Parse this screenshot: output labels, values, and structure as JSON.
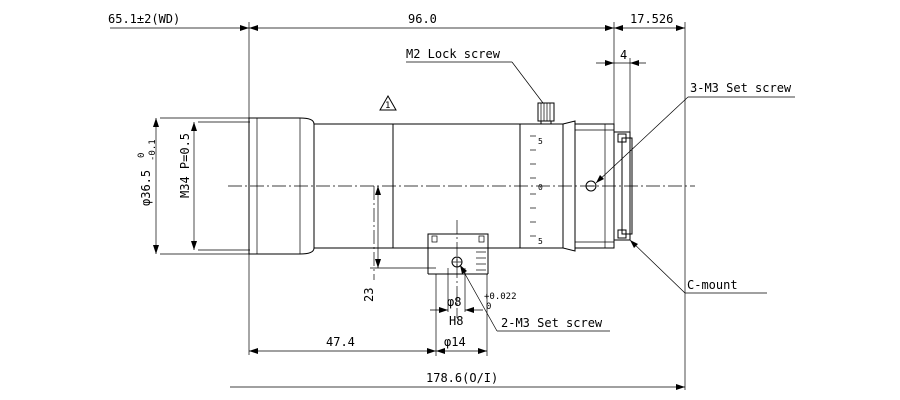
{
  "drawing": {
    "dimensions": {
      "working_distance": "65.1±2(WD)",
      "body_length": "96.0",
      "rear_length": "17.526",
      "flange_step": "4",
      "outer_diameter": "φ36.5",
      "outer_diameter_tol_upper": "0",
      "outer_diameter_tol_lower": "-0.1",
      "filter_thread": "M34 P=0.5",
      "clamp_height": "23",
      "clamp_offset": "47.4",
      "clamp_bore": "φ8",
      "clamp_bore_tol_upper": "+0.022",
      "clamp_bore_tol_lower": "0",
      "clamp_bore_fit": "H8",
      "clamp_width": "φ14",
      "overall_length": "178.6(O/I)"
    },
    "callouts": {
      "lock_screw": "M2 Lock screw",
      "set_screw_3": "3-M3 Set screw",
      "set_screw_2": "2-M3 Set screw",
      "mount": "C-mount"
    },
    "symbols": {
      "warning_mark": "1"
    },
    "scale_labels": {
      "upper": "5",
      "center": "0",
      "lower": "5"
    }
  }
}
